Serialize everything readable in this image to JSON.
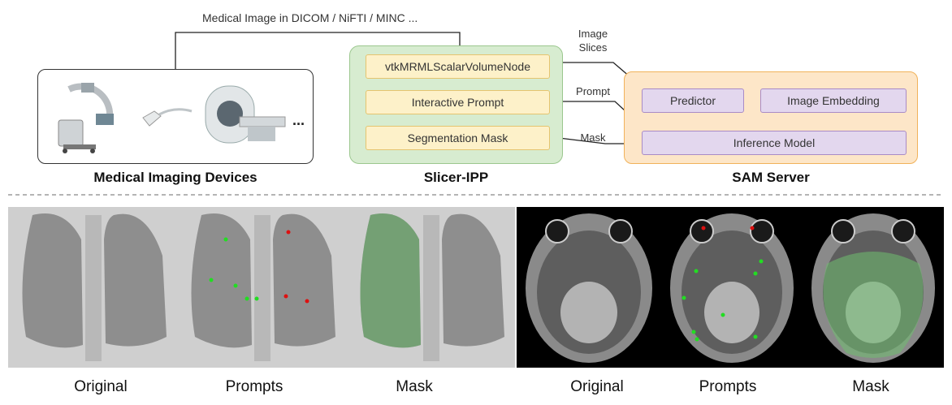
{
  "top_label": "Medical Image in DICOM / NiFTI / MINC ...",
  "devices": {
    "title": "Medical Imaging Devices",
    "more": "...",
    "icons": [
      "c-arm-icon",
      "ultrasound-probe-icon",
      "mri-scanner-icon"
    ]
  },
  "slicer_ipp": {
    "title": "Slicer-IPP",
    "items": [
      "vtkMRMLScalarVolumeNode",
      "Interactive Prompt",
      "Segmentation Mask"
    ]
  },
  "sam_server": {
    "title": "SAM Server",
    "predictor": "Predictor",
    "embedding": "Image Embedding",
    "inference": "Inference Model"
  },
  "flows": {
    "image_slices": "Image\nSlices",
    "prompt": "Prompt",
    "mask": "Mask"
  },
  "captions": [
    "Original",
    "Prompts",
    "Mask",
    "Original",
    "Prompts",
    "Mask"
  ],
  "colors": {
    "slicer_bg": "#d7ecd0",
    "sam_bg": "#fde6c8",
    "ipp_item": "#fdf1c9",
    "sam_item": "#e3d7ee",
    "prompt_positive": "#22dd22",
    "prompt_negative": "#dd1111",
    "mask_overlay": "#5fae5f"
  }
}
